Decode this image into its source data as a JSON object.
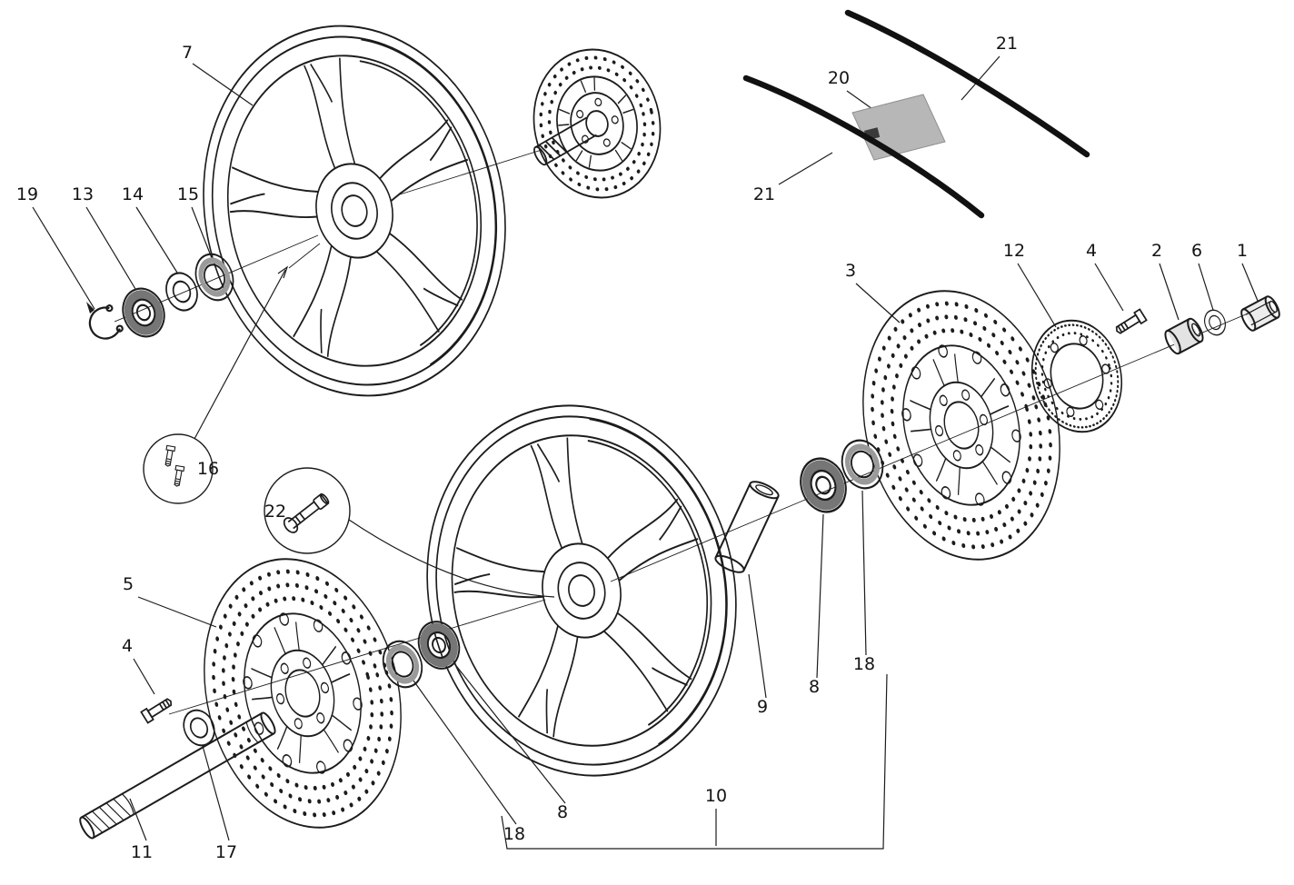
{
  "labels": {
    "p7": "7",
    "p19": "19",
    "p13": "13",
    "p14": "14",
    "p15": "15",
    "p16": "16",
    "p22": "22",
    "p20": "20",
    "p21a": "21",
    "p21b": "21",
    "p3": "3",
    "p12": "12",
    "p4a": "4",
    "p2": "2",
    "p6": "6",
    "p1": "1",
    "p5": "5",
    "p4b": "4",
    "p9": "9",
    "p8a": "8",
    "p8b": "8",
    "p18a": "18",
    "p18b": "18",
    "p10": "10",
    "p11": "11",
    "p17": "17"
  },
  "colors": {
    "line": "#1c1c1c",
    "bearing_shade": "#767676",
    "seal_shade": "#9a9a9a",
    "sticker": "#b7b7b7"
  }
}
